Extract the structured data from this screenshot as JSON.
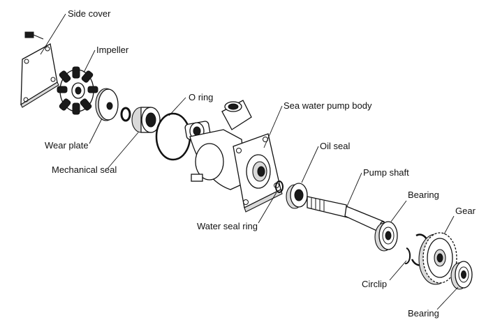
{
  "labels": {
    "side_cover": "Side cover",
    "impeller": "Impeller",
    "o_ring": "O ring",
    "sea_water_pump_body": "Sea water pump body",
    "wear_plate": "Wear plate",
    "oil_seal": "Oil seal",
    "mechanical_seal": "Mechanical seal",
    "pump_shaft": "Pump shaft",
    "bearing_upper": "Bearing",
    "gear": "Gear",
    "water_seal_ring": "Water seal ring",
    "circlip": "Circlip",
    "bearing_lower": "Bearing"
  }
}
